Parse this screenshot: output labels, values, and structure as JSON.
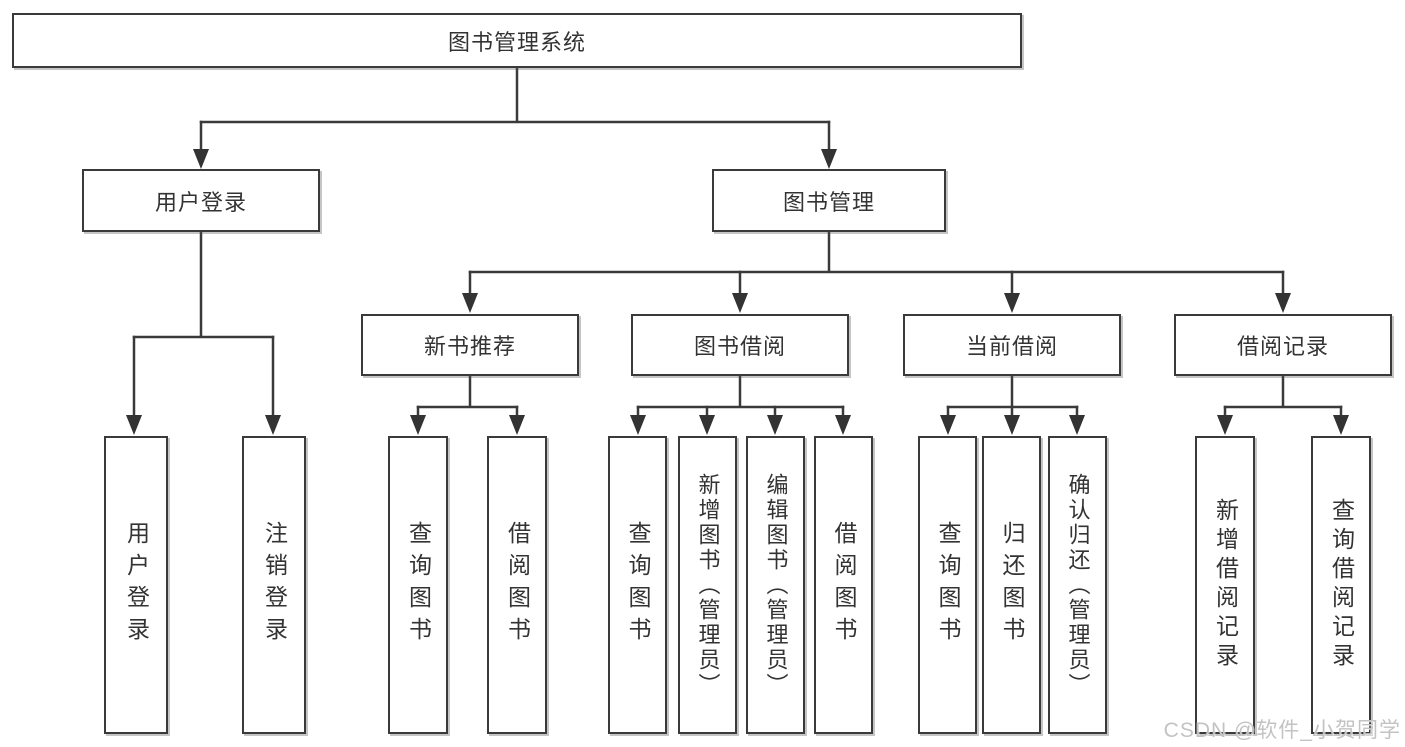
{
  "root": {
    "label": "图书管理系统"
  },
  "level2": {
    "user_login": "用户登录",
    "book_mgmt": "图书管理"
  },
  "level3": {
    "new_books": "新书推荐",
    "borrow": "图书借阅",
    "current": "当前借阅",
    "records": "借阅记录"
  },
  "leaves": {
    "login": [
      "用户登录",
      "注销登录"
    ],
    "new_books": [
      "查询图书",
      "借阅图书"
    ],
    "borrow": [
      "查询图书",
      "新增图书（管理员）",
      "编辑图书（管理员）",
      "借阅图书"
    ],
    "current": [
      "查询图书",
      "归还图书",
      "确认归还（管理员）"
    ],
    "records": [
      "新增借阅记录",
      "查询借阅记录"
    ]
  },
  "watermark": "CSDN @软件_小贺同学",
  "colors": {
    "line": "#3a3a3a",
    "text": "#333333",
    "background": "#ffffff",
    "watermark": "#c3c3c3"
  }
}
